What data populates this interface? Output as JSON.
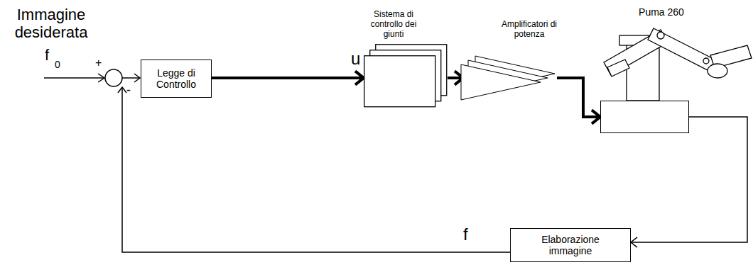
{
  "diagram": {
    "nodes": [
      {
        "text": [
          "Legge di Controllo"
        ]
      },
      {
        "text": [
          "Sistema di controllo dei giunti"
        ]
      },
      {
        "text": [
          "Amplificatori di potenza"
        ]
      },
      {
        "text": [
          "Puma 260"
        ]
      },
      {
        "text": [
          "Elaborazione immagine"
        ]
      }
    ],
    "edges": [
      {
        "from": 0,
        "to": 1,
        "arrow": "to",
        "label": "u"
      },
      {
        "from": 1,
        "to": 2,
        "arrow": "to"
      },
      {
        "from": 2,
        "to": 3,
        "arrow": "to"
      },
      {
        "from": 3,
        "to": 4,
        "arrow": "to"
      }
    ],
    "labels": [
      "Immagine desiderata",
      "f",
      "0",
      "+",
      "-",
      "f"
    ]
  }
}
